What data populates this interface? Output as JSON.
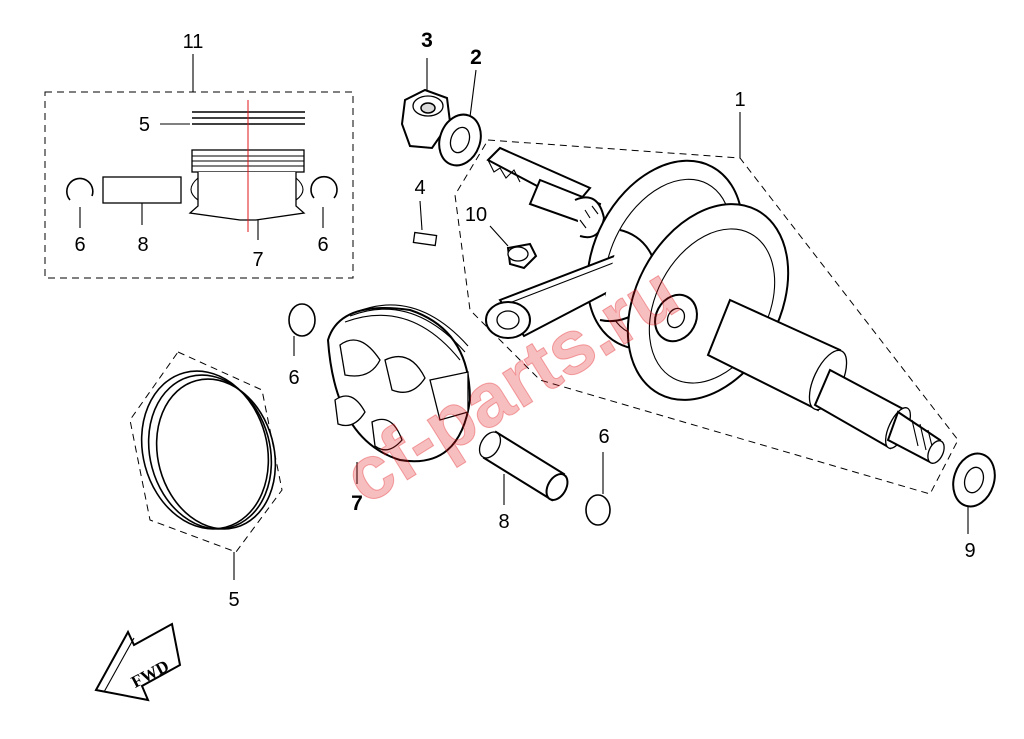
{
  "watermark": {
    "text": "cf-parts.ru",
    "color": "#e3151a"
  },
  "direction_arrow": {
    "label": "FWD"
  },
  "callouts": {
    "crankshaft": "1",
    "washer_top": "2",
    "nut": "3",
    "key": "4",
    "ring_set_kit": "5",
    "ring_set": "5",
    "clip_kit_left": "6",
    "clip_kit_right": "6",
    "clip_upper": "6",
    "clip_lower": "6",
    "pin_kit": "8",
    "pin": "8",
    "piston_kit": "7",
    "piston": "7",
    "washer_end": "9",
    "bolt": "10",
    "piston_kit_group": "11"
  },
  "colors": {
    "lines": "#000000",
    "background": "#ffffff"
  }
}
